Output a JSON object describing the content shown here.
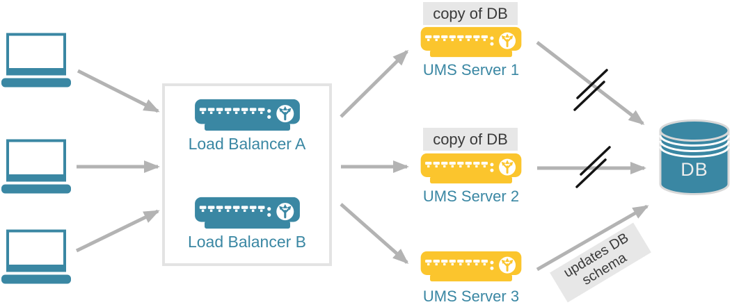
{
  "colors": {
    "teal": "#3A87A3",
    "yellow": "#FBC52D",
    "arrow_gray": "#B3B3B3",
    "badge_bg": "#E7E7E7",
    "badge_text": "#3A3A3A",
    "box_border": "#E3E3E3",
    "slash_black": "#141414",
    "db_text": "#EDEDED"
  },
  "clients": [
    {
      "icon": "laptop-icon"
    },
    {
      "icon": "laptop-icon"
    },
    {
      "icon": "laptop-icon"
    }
  ],
  "load_balancer_group": {
    "items": [
      {
        "label": "Load Balancer A",
        "icon": "load-balancer-server-icon"
      },
      {
        "label": "Load Balancer B",
        "icon": "load-balancer-server-icon"
      }
    ]
  },
  "ums_servers": [
    {
      "label": "UMS Server 1",
      "badge": "copy of DB",
      "icon": "ums-server-icon"
    },
    {
      "label": "UMS Server 2",
      "badge": "copy of DB",
      "icon": "ums-server-icon"
    },
    {
      "label": "UMS Server 3",
      "badge": "",
      "icon": "ums-server-icon"
    }
  ],
  "database": {
    "label": "DB",
    "icon": "database-cylinder-icon"
  },
  "annotations": {
    "updates_schema": "updates DB schema"
  }
}
